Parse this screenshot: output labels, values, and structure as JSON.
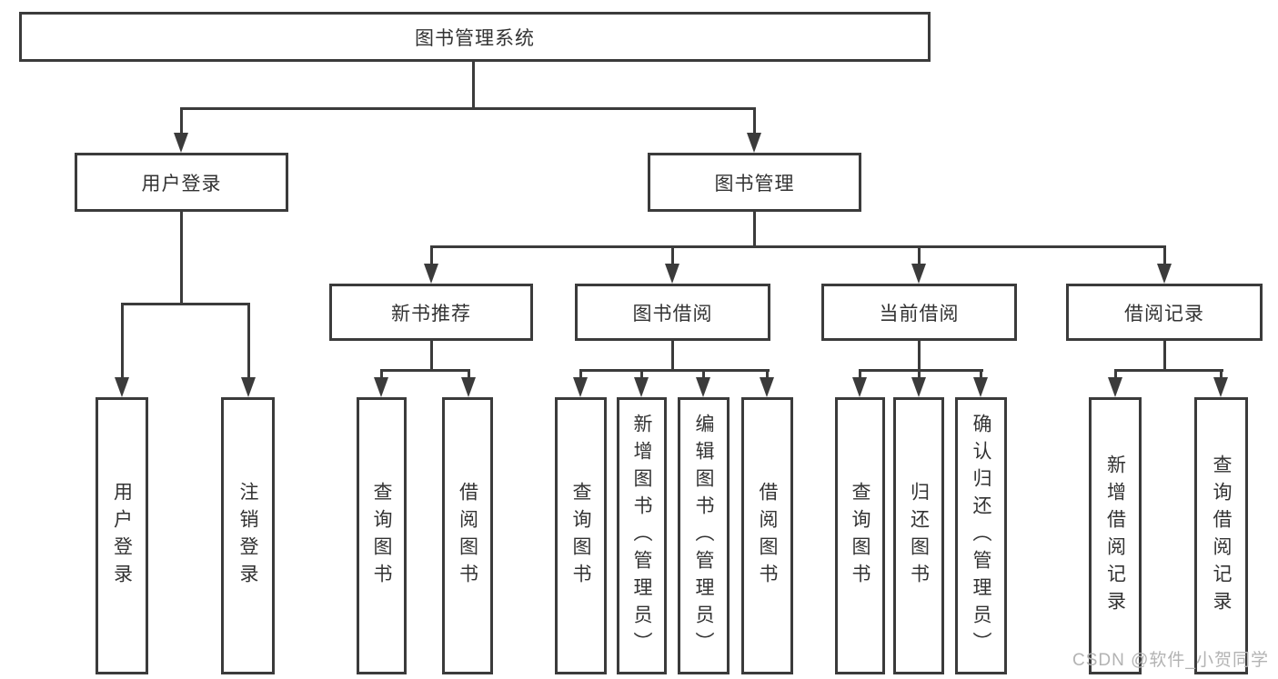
{
  "tree": {
    "root": {
      "label": "图书管理系统"
    },
    "branches": [
      {
        "label": "用户登录",
        "children": [
          {
            "label": "用户登录"
          },
          {
            "label": "注销登录"
          }
        ]
      },
      {
        "label": "图书管理",
        "children": [
          {
            "label": "新书推荐",
            "children": [
              {
                "label": "查询图书"
              },
              {
                "label": "借阅图书"
              }
            ]
          },
          {
            "label": "图书借阅",
            "children": [
              {
                "label": "查询图书"
              },
              {
                "label": "新增图书（管理员）"
              },
              {
                "label": "编辑图书（管理员）"
              },
              {
                "label": "借阅图书"
              }
            ]
          },
          {
            "label": "当前借阅",
            "children": [
              {
                "label": "查询图书"
              },
              {
                "label": "归还图书"
              },
              {
                "label": "确认归还（管理员）"
              }
            ]
          },
          {
            "label": "借阅记录",
            "children": [
              {
                "label": "新增借阅记录"
              },
              {
                "label": "查询借阅记录"
              }
            ]
          }
        ]
      }
    ]
  },
  "watermark": {
    "text": "CSDN @软件_小贺同学"
  },
  "colors": {
    "line": "#3b3b3b",
    "text": "#333333",
    "watermark": "#b3b3b3",
    "background": "#ffffff"
  }
}
